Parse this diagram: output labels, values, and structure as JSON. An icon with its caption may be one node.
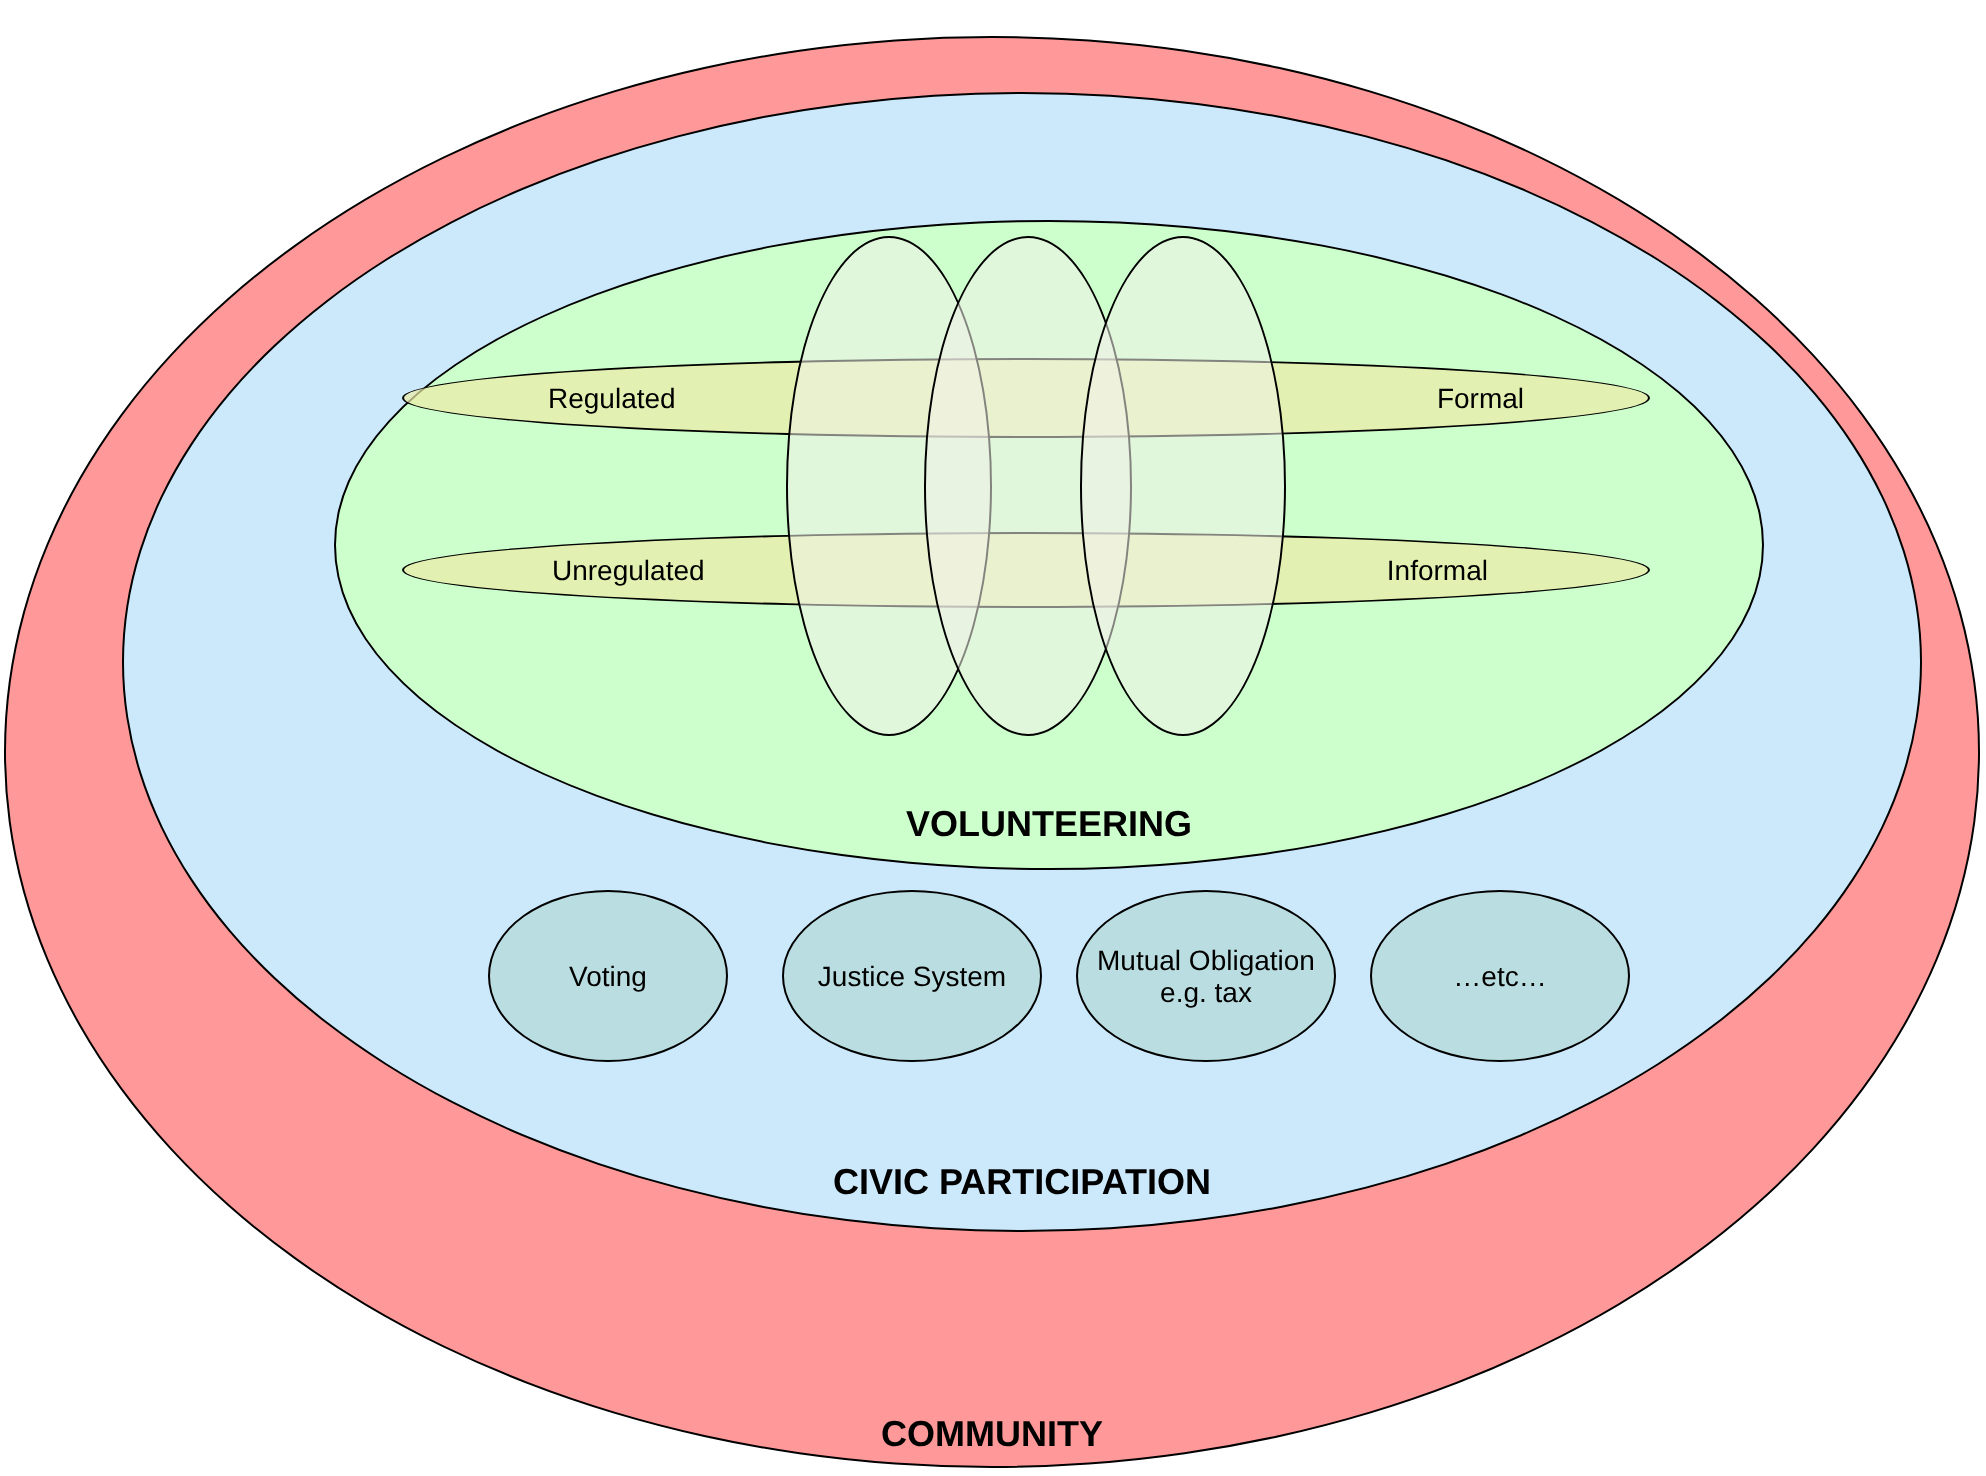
{
  "diagram": {
    "nodes": [
      {
        "text": [
          "COMMUNITY"
        ]
      },
      {
        "text": [
          "CIVIC PARTICIPATION"
        ],
        "in": 0
      },
      {
        "text": [
          "VOLUNTEERING"
        ],
        "in": 1
      },
      {
        "text": [],
        "shape": "ellipse",
        "in": 2
      },
      {
        "text": [],
        "shape": "ellipse",
        "in": 2
      },
      {
        "text": [],
        "shape": "ellipse",
        "in": 2
      },
      {
        "text": [
          "Regulated",
          "Formal"
        ],
        "in": 2
      },
      {
        "text": [
          "Unregulated",
          "Informal"
        ],
        "in": 2
      },
      {
        "text": [
          "Voting"
        ],
        "in": 1
      },
      {
        "text": [
          "Justice System"
        ],
        "in": 1
      },
      {
        "text": [
          "Mutual Obligation e.g. tax"
        ],
        "in": 1
      },
      {
        "text": [
          "…etc…"
        ],
        "in": 1
      }
    ]
  }
}
